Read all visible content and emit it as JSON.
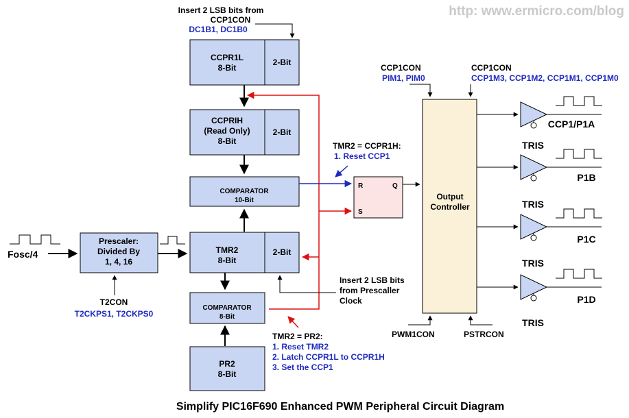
{
  "watermark": "http: www.ermicro.com/blog",
  "title": "Simplify PIC16F690 Enhanced PWM Peripheral Circuit Diagram",
  "blocks": {
    "ccpr1l": {
      "name": "CCPR1L",
      "bits": "8-Bit",
      "ext": "2-Bit"
    },
    "ccprih": {
      "name": "CCPRIH",
      "sub": "(Read Only)",
      "bits": "8-Bit",
      "ext": "2-Bit"
    },
    "comp10": {
      "name": "COMPARATOR",
      "bits": "10-Bit"
    },
    "tmr2": {
      "name": "TMR2",
      "bits": "8-Bit",
      "ext": "2-Bit"
    },
    "comp8": {
      "name": "COMPARATOR",
      "bits": "8-Bit"
    },
    "pr2": {
      "name": "PR2",
      "bits": "8-Bit"
    },
    "prescaler": {
      "line1": "Prescaler:",
      "line2": "Divided By",
      "line3": "1, 4, 16"
    },
    "latch": {
      "r": "R",
      "s": "S",
      "q": "Q"
    },
    "output": {
      "line1": "Output",
      "line2": "Controller"
    }
  },
  "labels": {
    "insert_top_1": "Insert 2 LSB bits from",
    "insert_top_2": "CCP1CON",
    "insert_top_3": "DC1B1, DC1B0",
    "fosc": "Fosc/4",
    "t2con": "T2CON",
    "t2ckps": "T2CKPS1, T2CKPS0",
    "tmr2_ccpr1h": "TMR2 = CCPR1H:",
    "reset_ccp1": "1. Reset CCP1",
    "insert_bot_1": "Insert 2 LSB bits",
    "insert_bot_2": "from Prescaller",
    "insert_bot_3": "Clock",
    "tmr2_pr2": "TMR2 = PR2:",
    "pr2_1": "1. Reset TMR2",
    "pr2_2": "2. Latch CCPR1L to CCPR1H",
    "pr2_3": "3. Set the CCP1",
    "ccp1con_a": "CCP1CON",
    "pim": "PIM1, PIM0",
    "ccp1con_b": "CCP1CON",
    "ccp1m": "CCP1M3, CCP1M2, CCP1M1, CCP1M0",
    "pwm1con": "PWM1CON",
    "pstrcon": "PSTRCON"
  },
  "outputs": [
    {
      "name": "CCP1/P1A",
      "tris": "TRIS"
    },
    {
      "name": "P1B",
      "tris": "TRIS"
    },
    {
      "name": "P1C",
      "tris": "TRIS"
    },
    {
      "name": "P1D",
      "tris": "TRIS"
    }
  ]
}
